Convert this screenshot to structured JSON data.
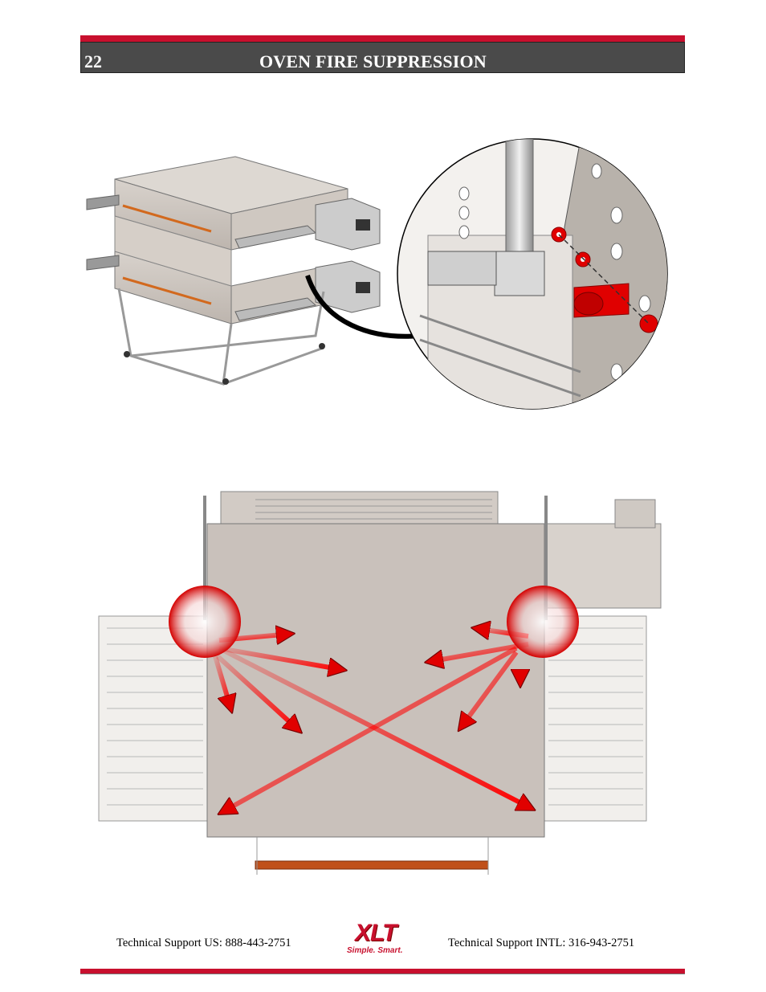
{
  "header": {
    "page_number": "22",
    "title": "OVEN FIRE SUPPRESSION"
  },
  "footer": {
    "support_us": "Technical Support  US:  888-443-2751",
    "support_intl": "Technical Support  INTL:  316-943-2751",
    "logo_text": "XLT",
    "logo_tagline": "Simple. Smart."
  },
  "colors": {
    "accent_red": "#c8102e",
    "header_gray": "#4a4a4a",
    "oven_gray": "#c9c1bb"
  },
  "figures": [
    "oven-isometric-with-detail-callout",
    "oven-top-view-suppression-spray-pattern"
  ]
}
